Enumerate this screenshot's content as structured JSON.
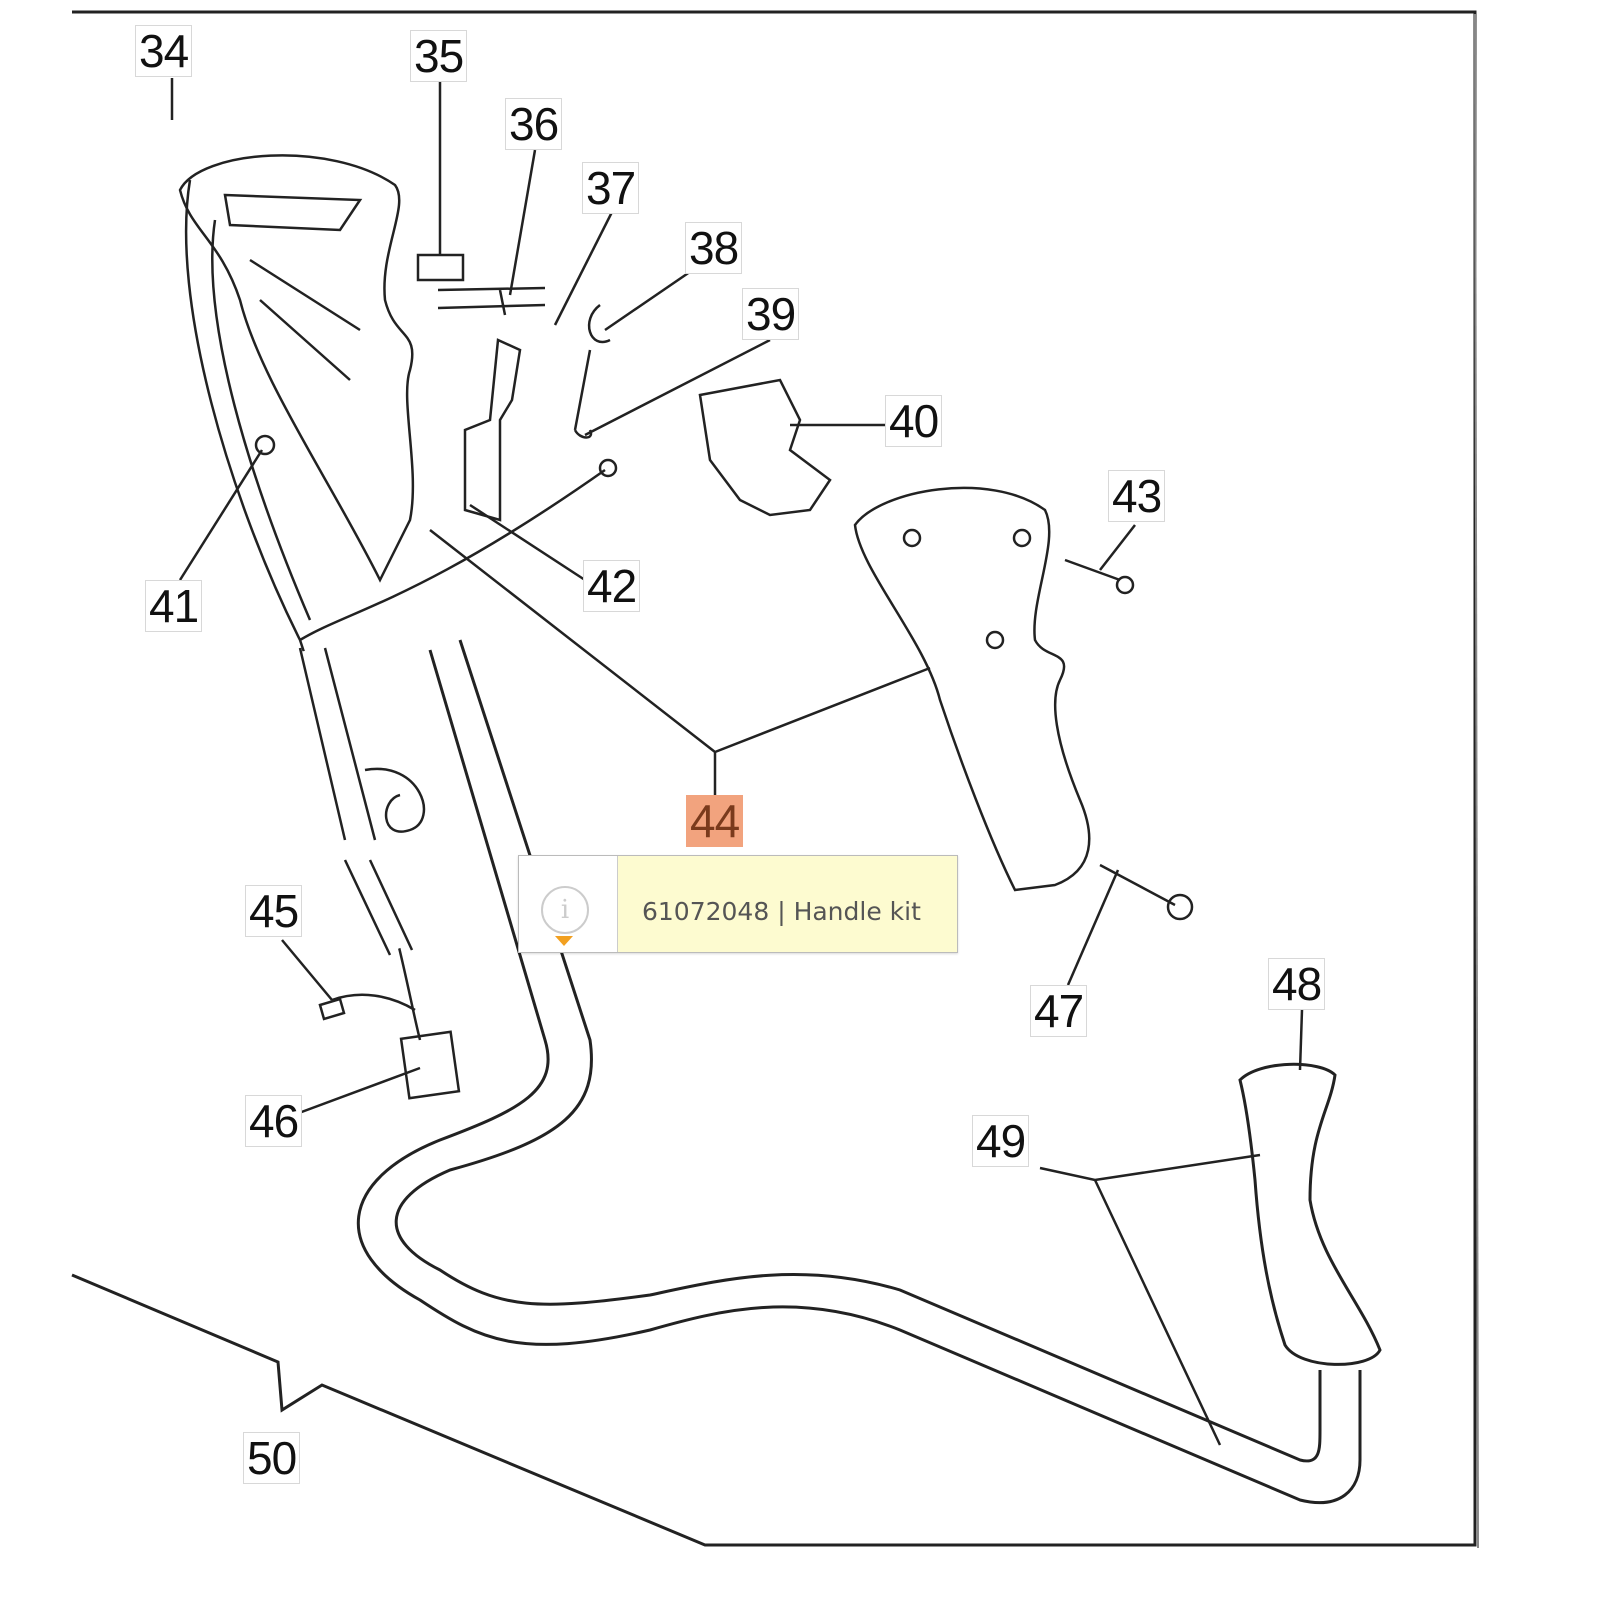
{
  "diagram": {
    "labels": [
      "34",
      "35",
      "36",
      "37",
      "38",
      "39",
      "40",
      "41",
      "42",
      "43",
      "44",
      "45",
      "46",
      "47",
      "48",
      "49",
      "50"
    ],
    "selected": "44"
  },
  "tooltip": {
    "text": "61072048 | Handle kit",
    "icon": "info-icon"
  },
  "colors": {
    "highlight": "#f2a37e",
    "tooltip_bg": "#fdfbd0",
    "tooltip_arrow": "#f2a020"
  }
}
